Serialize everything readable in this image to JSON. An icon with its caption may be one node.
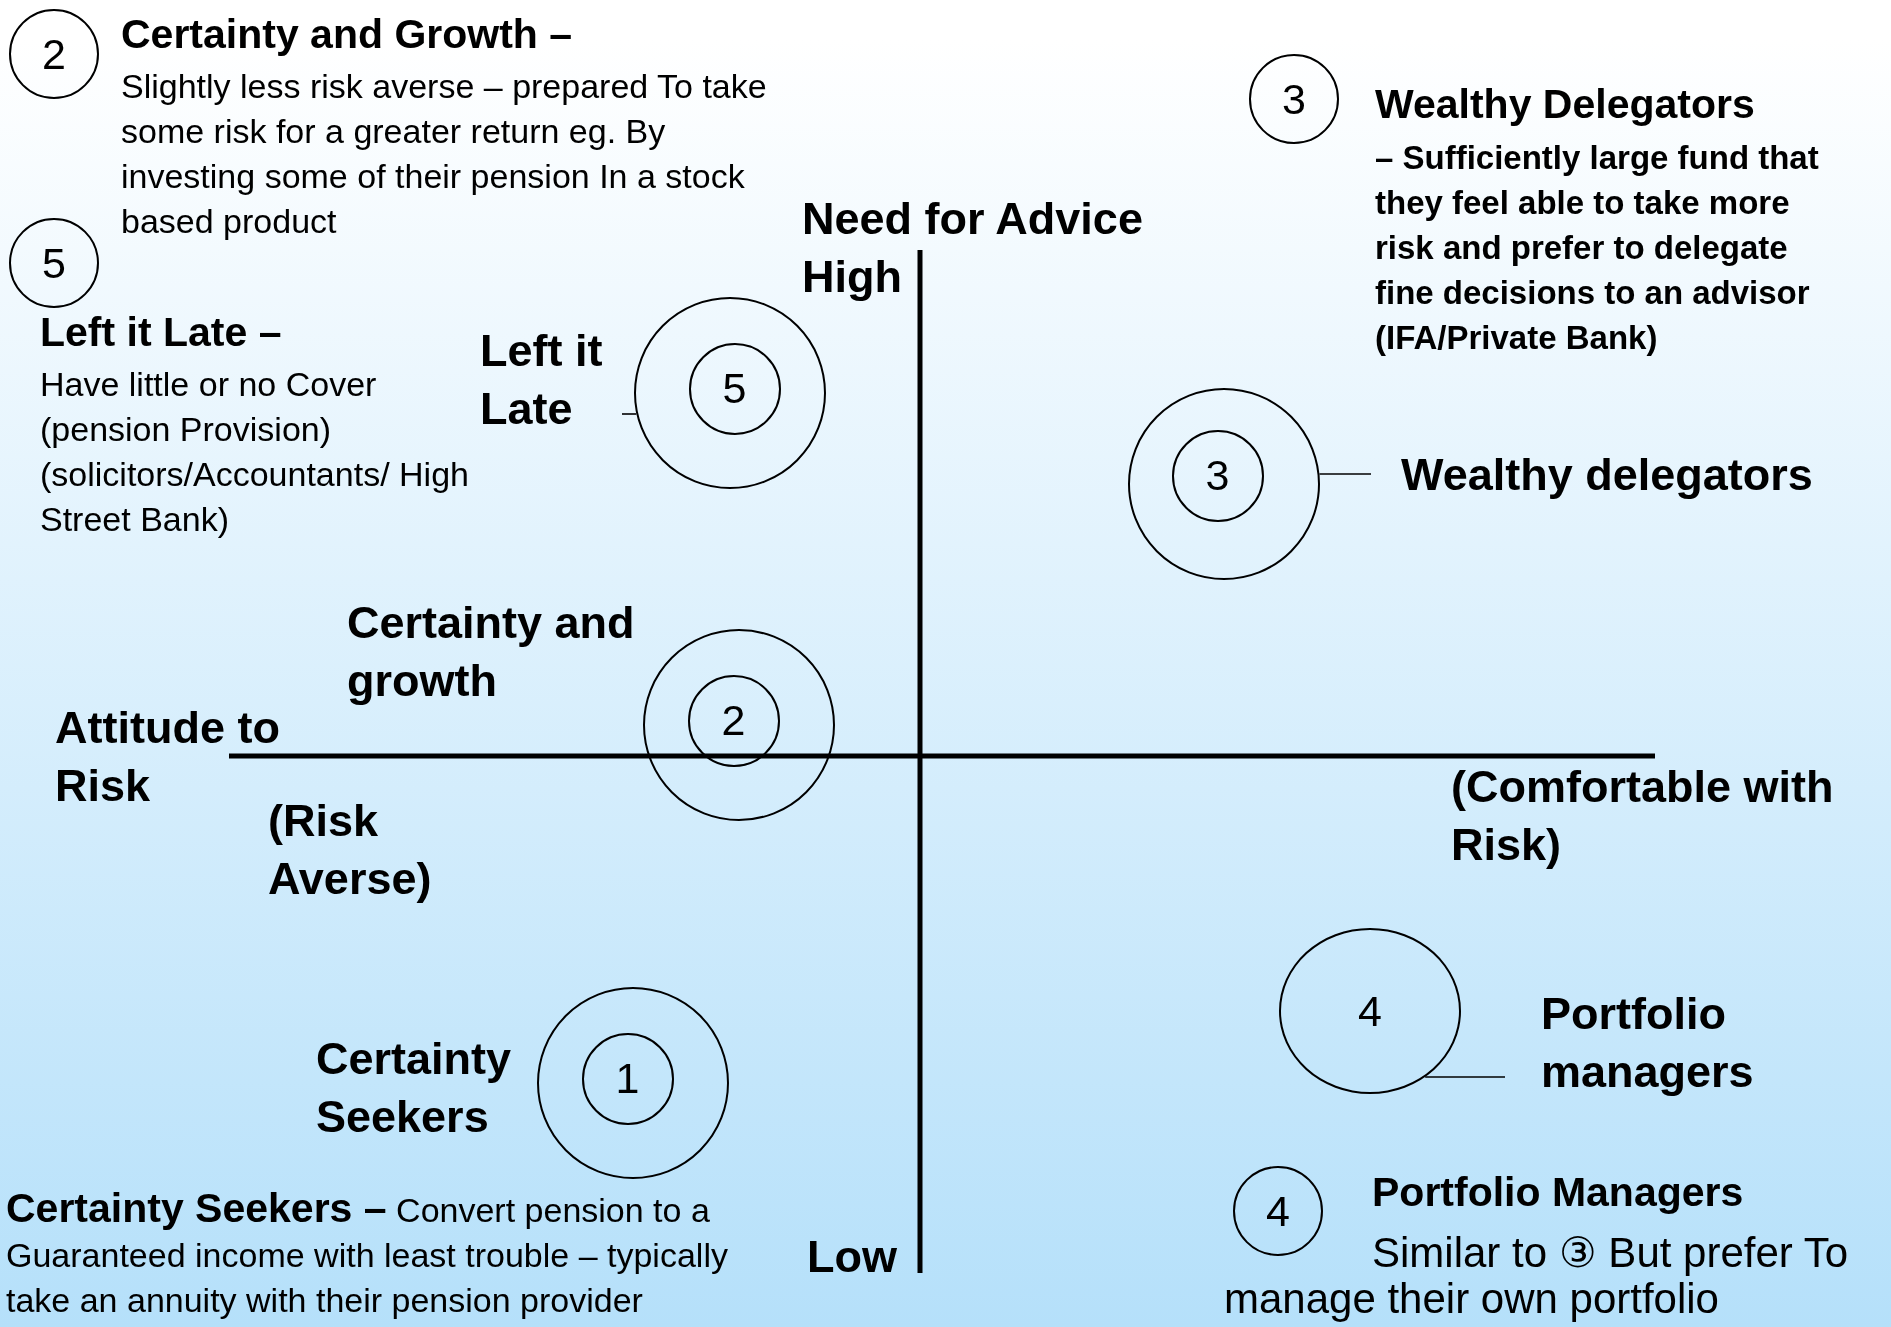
{
  "diagram": {
    "nodes": [
      {
        "text": [
          "2"
        ]
      },
      {
        "text": [
          "5"
        ]
      },
      {
        "text": [
          "3"
        ]
      },
      {
        "text": [],
        "shape": "circle"
      },
      {
        "text": [
          "5"
        ],
        "in": 3
      },
      {
        "text": [
          "Left it Late"
        ]
      },
      {
        "text": [],
        "shape": "circle"
      },
      {
        "text": [
          "3"
        ],
        "in": 6
      },
      {
        "text": [
          "Wealthy delegators"
        ]
      },
      {
        "text": [],
        "shape": "circle"
      },
      {
        "text": [
          "2"
        ],
        "in": 9
      },
      {
        "text": [
          "4"
        ]
      },
      {
        "text": [
          "Portfolio managers"
        ]
      },
      {
        "text": [],
        "shape": "circle"
      },
      {
        "text": [
          "1"
        ],
        "in": 13
      },
      {
        "text": [
          "4"
        ]
      }
    ],
    "edges": [
      {
        "from": 5,
        "to": 3,
        "arrow": "none"
      },
      {
        "from": 8,
        "to": 6,
        "arrow": "none"
      },
      {
        "from": 12,
        "to": 11,
        "arrow": "none"
      }
    ],
    "labels": [
      "Certainty and Growth –",
      "Slightly less risk averse – prepared To take some risk for a greater return eg. By investing some of their pension In a stock based product",
      "Wealthy Delegators",
      "– Sufficiently large fund that they feel able to take more risk and prefer to delegate fine decisions to an advisor (IFA/Private Bank)",
      "Need for Advice",
      "High",
      "Left it Late –",
      "Have little or no Cover (pension Provision) (solicitors/Accountants/ High Street Bank)",
      "Certainty and growth",
      "Attitude to Risk",
      "(Risk Averse)",
      "(Comfortable with Risk)",
      "Certainty Seekers",
      "**Certainty Seekers –** Convert pension to a Guaranteed income with least trouble – typically take an annuity with their pension provider",
      "Low",
      "Portfolio Managers",
      "Similar to ③ But prefer To manage their own portfolio"
    ]
  }
}
